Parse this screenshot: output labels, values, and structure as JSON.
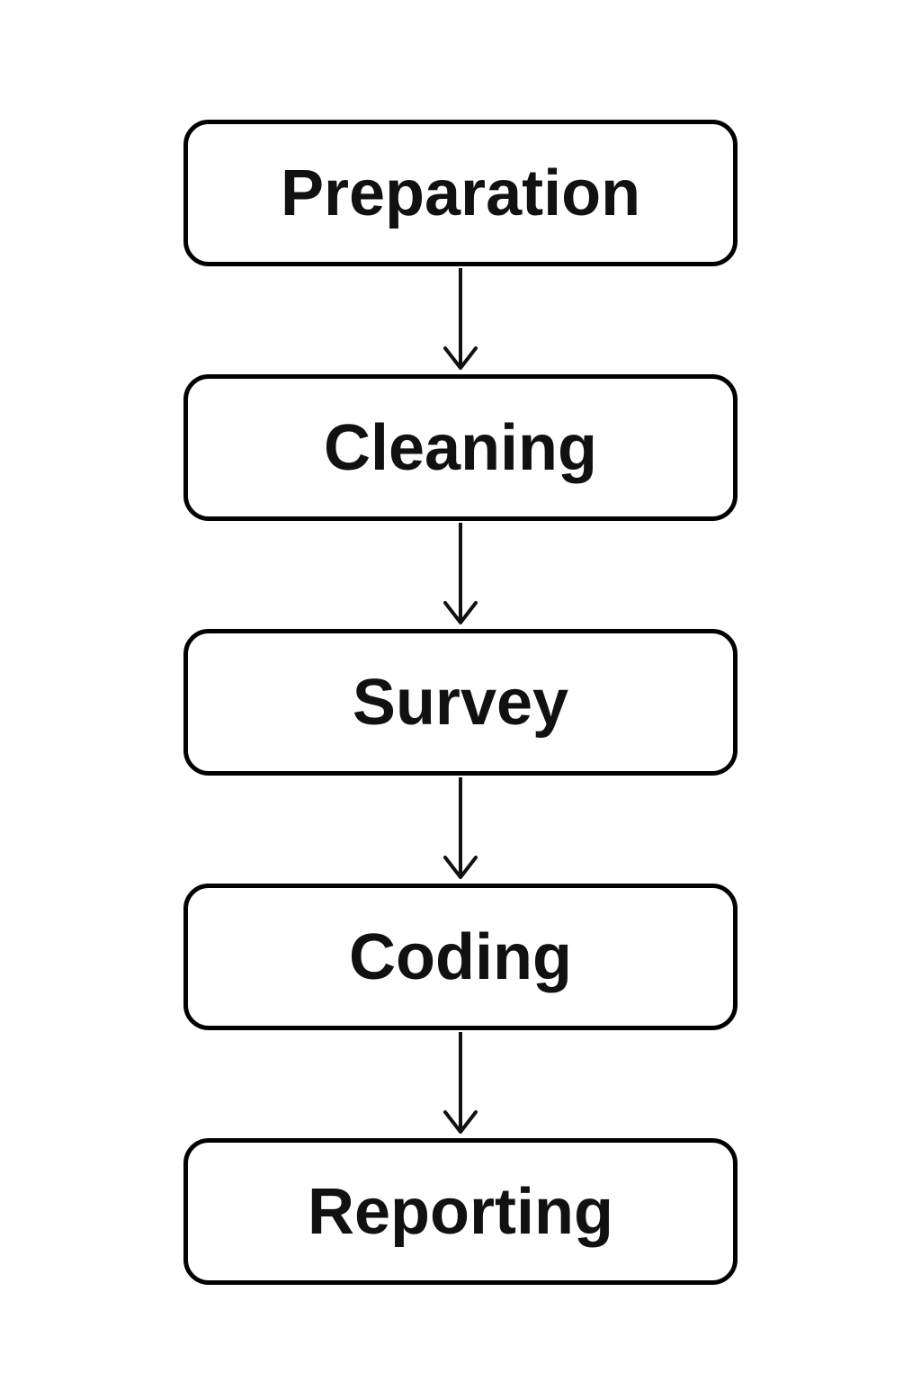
{
  "diagram": {
    "type": "flowchart",
    "direction": "top-down",
    "colors": {
      "node_border": "#000000",
      "node_fill": "#ffffff",
      "text": "#111111",
      "arrow": "#111111",
      "page_background": "#ffffff"
    },
    "nodes": [
      {
        "id": "preparation",
        "label": "Preparation"
      },
      {
        "id": "cleaning",
        "label": "Cleaning"
      },
      {
        "id": "survey",
        "label": "Survey"
      },
      {
        "id": "coding",
        "label": "Coding"
      },
      {
        "id": "reporting",
        "label": "Reporting"
      }
    ],
    "edges": [
      {
        "from": "preparation",
        "to": "cleaning"
      },
      {
        "from": "cleaning",
        "to": "survey"
      },
      {
        "from": "survey",
        "to": "coding"
      },
      {
        "from": "coding",
        "to": "reporting"
      }
    ]
  }
}
